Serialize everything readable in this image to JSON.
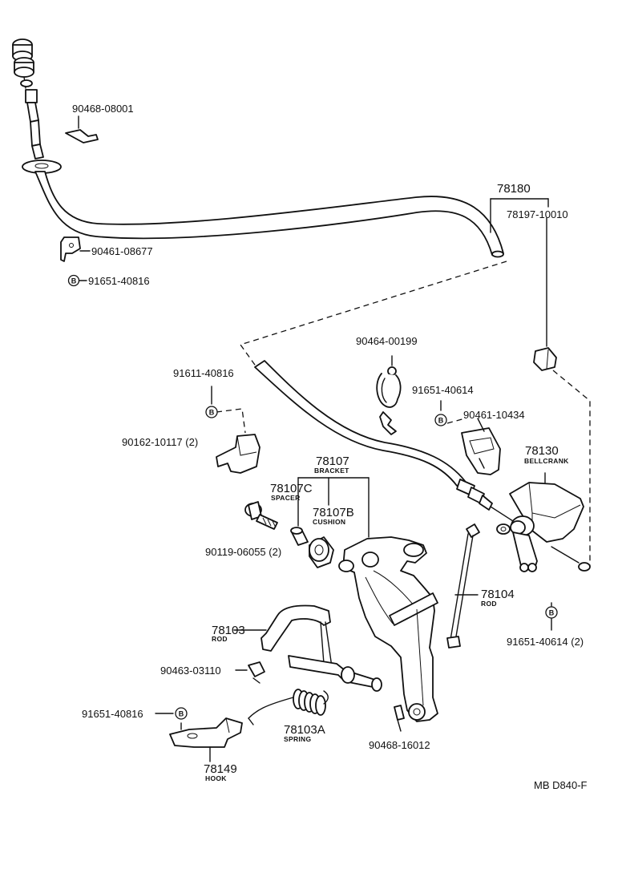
{
  "diagram_id": "MB D840-F",
  "parts": {
    "p78180": {
      "number": "78180"
    },
    "p78197_10010": {
      "number": "78197-10010"
    },
    "p90468_08001": {
      "number": "90468-08001"
    },
    "p90461_08677": {
      "number": "90461-08677"
    },
    "p91651_40816_top": {
      "number": "91651-40816"
    },
    "p90464_00199": {
      "number": "90464-00199"
    },
    "p91611_40816": {
      "number": "91611-40816"
    },
    "p91651_40614": {
      "number": "91651-40614"
    },
    "p90461_10434": {
      "number": "90461-10434"
    },
    "p90162_10117": {
      "number": "90162-10117 (2)"
    },
    "p78130": {
      "number": "78130",
      "name": "BELLCRANK"
    },
    "p78107": {
      "number": "78107",
      "name": "BRACKET"
    },
    "p78107C": {
      "number": "78107C",
      "name": "SPACER"
    },
    "p78107B": {
      "number": "78107B",
      "name": "CUSHION"
    },
    "p90119_06055": {
      "number": "90119-06055 (2)"
    },
    "p78104": {
      "number": "78104",
      "name": "ROD"
    },
    "p78103": {
      "number": "78103",
      "name": "ROD"
    },
    "p91651_40614_2": {
      "number": "91651-40614 (2)"
    },
    "p90463_03110": {
      "number": "90463-03110"
    },
    "p91651_40816_bot": {
      "number": "91651-40816"
    },
    "p78103A": {
      "number": "78103A",
      "name": "SPRING"
    },
    "p90468_16012": {
      "number": "90468-16012"
    },
    "p78149": {
      "number": "78149",
      "name": "HOOK"
    }
  },
  "marker": {
    "letter": "B"
  }
}
